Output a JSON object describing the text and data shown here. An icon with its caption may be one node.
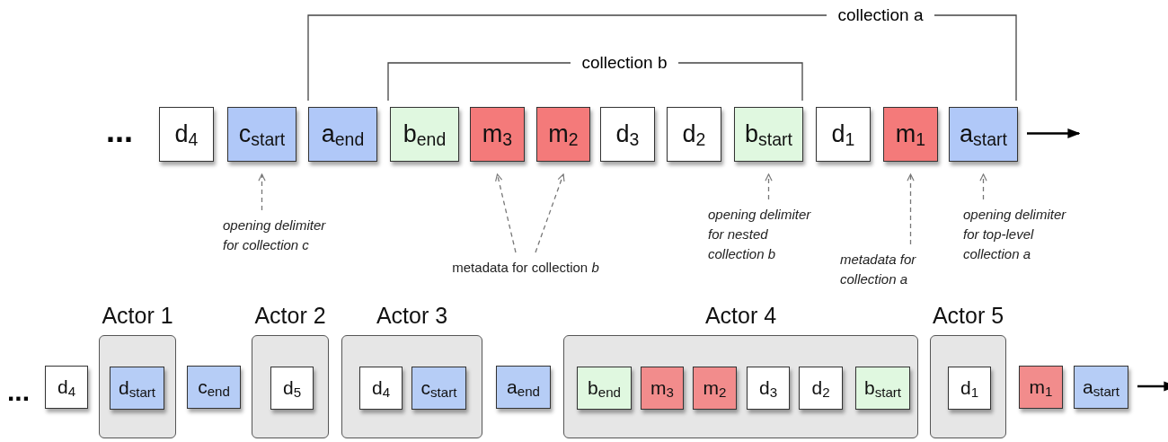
{
  "diagram": {
    "nodes": [
      {
        "text": [
          "d$_{4}$"
        ]
      },
      {
        "text": [
          "c$_{start}$"
        ]
      },
      {
        "text": [
          "a$_{end}$"
        ]
      },
      {
        "text": [
          "b$_{end}$"
        ]
      },
      {
        "text": [
          "m$_{3}$"
        ]
      },
      {
        "text": [
          "m$_{2}$"
        ]
      },
      {
        "text": [
          "d$_{3}$"
        ]
      },
      {
        "text": [
          "d$_{2}$"
        ]
      },
      {
        "text": [
          "b$_{start}$"
        ]
      },
      {
        "text": [
          "d$_{1}$"
        ]
      },
      {
        "text": [
          "m$_{1}$"
        ]
      },
      {
        "text": [
          "a$_{start}$"
        ]
      },
      {
        "text": [
          "opening delimiter for collection c"
        ]
      },
      {
        "text": [
          "metadata for collection *b*"
        ]
      },
      {
        "text": [
          "opening delimiter for nested collection b"
        ]
      },
      {
        "text": [
          "metadata for collection a"
        ]
      },
      {
        "text": [
          "opening delimiter for top-level collection a"
        ]
      },
      {
        "text": [
          "d$_{4}$"
        ]
      },
      {
        "text": [
          "Actor 1"
        ]
      },
      {
        "text": [
          "d$_{start}$"
        ],
        "in": 18
      },
      {
        "text": [
          "c$_{end}$"
        ]
      },
      {
        "text": [
          "Actor 2"
        ]
      },
      {
        "text": [
          "d$_{5}$"
        ],
        "in": 21
      },
      {
        "text": [
          "Actor 3"
        ]
      },
      {
        "text": [
          "d$_{4}$"
        ],
        "in": 23
      },
      {
        "text": [
          "c$_{start}$"
        ],
        "in": 23
      },
      {
        "text": [
          "a$_{end}$"
        ]
      },
      {
        "text": [
          "Actor 4"
        ]
      },
      {
        "text": [
          "b$_{end}$"
        ],
        "in": 27
      },
      {
        "text": [
          "m$_{3}$"
        ],
        "in": 27
      },
      {
        "text": [
          "m$_{2}$"
        ],
        "in": 27
      },
      {
        "text": [
          "d$_{3}$"
        ],
        "in": 27
      },
      {
        "text": [
          "d$_{2}$"
        ],
        "in": 27
      },
      {
        "text": [
          "b$_{start}$"
        ],
        "in": 27
      },
      {
        "text": [
          "Actor 5"
        ]
      },
      {
        "text": [
          "d$_{1}$"
        ],
        "in": 34
      },
      {
        "text": [
          "m$_{1}$"
        ]
      },
      {
        "text": [
          "a$_{start}$"
        ]
      }
    ],
    "edges": [
      {
        "from": 12,
        "to": 1,
        "arrow": "to",
        "style": "dashed"
      },
      {
        "from": 13,
        "to": 4,
        "arrow": "to",
        "style": "dashed"
      },
      {
        "from": 13,
        "to": 5,
        "arrow": "to",
        "style": "dashed"
      },
      {
        "from": 14,
        "to": 8,
        "arrow": "to",
        "style": "dashed"
      },
      {
        "from": 15,
        "to": 10,
        "arrow": "to",
        "style": "dashed"
      },
      {
        "from": 16,
        "to": 11,
        "arrow": "to",
        "style": "dashed"
      },
      {
        "from": 11,
        "to": null,
        "arrow": "to",
        "color": "#000000"
      },
      {
        "from": 37,
        "to": null,
        "arrow": "to",
        "color": "#000000"
      }
    ],
    "labels": [
      "collection a",
      "collection b",
      "...",
      "..."
    ]
  }
}
